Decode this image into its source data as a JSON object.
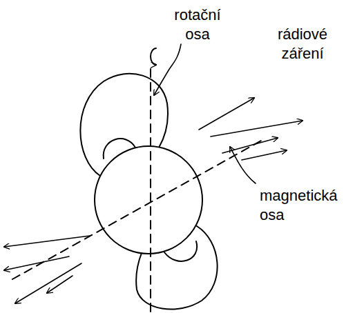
{
  "diagram": {
    "labels": [
      "rotační osa",
      "rádiové záření",
      "magnetická osa"
    ]
  }
}
